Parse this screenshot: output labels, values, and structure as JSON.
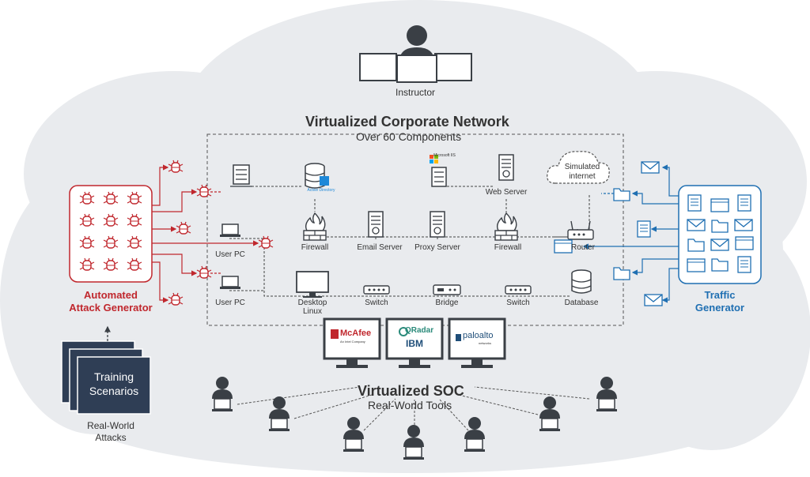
{
  "instructor": {
    "label": "Instructor"
  },
  "network": {
    "title": "Virtualized Corporate Network",
    "subtitle": "Over 60 Components",
    "nodes": {
      "web_server": "Web Server",
      "simulated_internet": "Simulated\ninternet",
      "firewall_left": "Firewall",
      "email_server": "Email Server",
      "proxy_server": "Proxy Server",
      "firewall_right": "Firewall",
      "router": "Router",
      "user_pc_top": "User PC",
      "user_pc_bottom": "User PC",
      "desktop_linux": "Desktop\nLinux",
      "switch_left": "Switch",
      "bridge": "Bridge",
      "switch_right": "Switch",
      "database": "Database"
    },
    "logos": {
      "active_directory": "Active Directory",
      "microsoft_is": "Microsoft IIS"
    }
  },
  "attack_generator": {
    "label": "Automated\nAttack Generator",
    "color": "#c0272d"
  },
  "traffic_generator": {
    "label": "Traffic\nGenerator",
    "color": "#1f6fb2"
  },
  "training": {
    "label": "Training\nScenarios",
    "caption": "Real-World\nAttacks"
  },
  "soc": {
    "title": "Virtualized SOC",
    "subtitle": "Real-World Tools",
    "tools": [
      {
        "name": "McAfee",
        "tagline": "An Intel Company",
        "color": "#c0272d"
      },
      {
        "name": "QRadar",
        "tagline": "IBM",
        "color": "#2a8a7a"
      },
      {
        "name": "paloalto",
        "tagline": "networks",
        "color": "#1f4e79"
      }
    ]
  }
}
